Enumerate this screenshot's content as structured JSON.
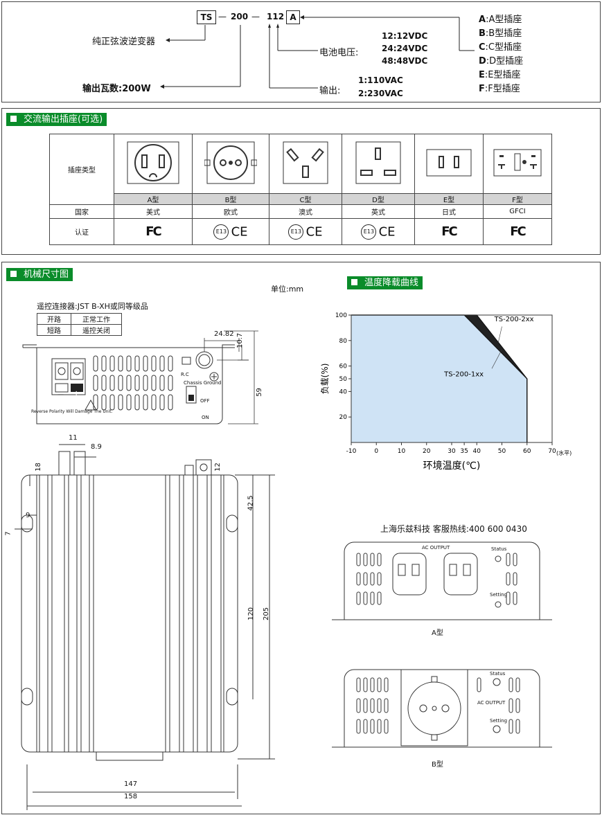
{
  "part_code": {
    "boxes": [
      "TS",
      "200",
      "112",
      "A"
    ],
    "dash": "—",
    "labels": {
      "type": "纯正弦波逆变器",
      "wattage": "输出瓦数:200W",
      "battery_label": "电池电压:",
      "battery_values": [
        "12:12VDC",
        "24:24VDC",
        "48:48VDC"
      ],
      "output_label": "输出:",
      "output_values": [
        "1:110VAC",
        "2:230VAC"
      ]
    },
    "socket_options": [
      {
        "key": "A",
        "text": ":A型插座"
      },
      {
        "key": "B",
        "text": ":B型插座"
      },
      {
        "key": "C",
        "text": ":C型插座"
      },
      {
        "key": "D",
        "text": ":D型插座"
      },
      {
        "key": "E",
        "text": ":E型插座"
      },
      {
        "key": "F",
        "text": ":F型插座"
      }
    ]
  },
  "socket_section": {
    "title": "交流输出插座(可选)",
    "row_labels": {
      "type": "插座类型",
      "country": "国家",
      "cert": "认证"
    },
    "types": [
      "A型",
      "B型",
      "C型",
      "D型",
      "E型",
      "F型"
    ],
    "countries": [
      "美式",
      "欧式",
      "澳式",
      "英式",
      "日式",
      "GFCI"
    ],
    "certs": [
      "FC",
      "E13 CE",
      "E13 CE",
      "E13 CE",
      "FC",
      "FC"
    ],
    "cert_marks": {
      "fc": "FC",
      "e13": "E13",
      "ce": "CE"
    }
  },
  "mech_section": {
    "title": "机械尺寸图",
    "unit": "单位:mm",
    "remote": {
      "title": "遥控连接器:JST B-XH或同等级品",
      "rows": [
        [
          "开路",
          "正常工作"
        ],
        [
          "短路",
          "遥控关闭"
        ]
      ]
    },
    "side_view": {
      "dims": [
        "24.82",
        "10.7",
        "59"
      ],
      "labels": {
        "rc": "R.C",
        "ground": "Chassis Ground",
        "off": "OFF",
        "on": "ON",
        "warning": "Reverse Polarity Will Damage The Unit."
      },
      "terminals": [
        "—",
        "+"
      ]
    },
    "top_view": {
      "dims": [
        "11",
        "8.9",
        "18",
        "12",
        "9",
        "7",
        "42.5",
        "120",
        "205",
        "147",
        "158"
      ]
    }
  },
  "derating": {
    "title": "温度降载曲线",
    "ylabel": "负载(%)",
    "xlabel": "环境温度(℃)",
    "xunit": "(水平)"
  },
  "chart_data": {
    "type": "area",
    "title": "温度降载曲线",
    "xlabel": "环境温度(℃)",
    "ylabel": "负载(%)",
    "xlim": [
      -10,
      70
    ],
    "ylim": [
      0,
      100
    ],
    "x_ticks": [
      -10,
      0,
      10,
      20,
      30,
      35,
      40,
      50,
      60,
      70
    ],
    "y_ticks": [
      20,
      40,
      50,
      60,
      80,
      100
    ],
    "series": [
      {
        "name": "TS-200-1xx",
        "x": [
          -10,
          35,
          60,
          60
        ],
        "y": [
          100,
          100,
          50,
          0
        ]
      },
      {
        "name": "TS-200-2xx",
        "x": [
          -10,
          40,
          60,
          60
        ],
        "y": [
          100,
          100,
          50,
          0
        ]
      }
    ],
    "grid": false,
    "colors": {
      "fill": "#cfe3f5",
      "line": "#111111"
    }
  },
  "contact": {
    "text": "上海乐兹科技 客服热线:400 600 0430"
  },
  "front_panels": {
    "a": {
      "caption": "A型",
      "ac_output": "AC OUTPUT",
      "status": "Status",
      "setting": "Setting"
    },
    "b": {
      "caption": "B型",
      "ac_output": "AC OUTPUT",
      "status": "Status",
      "setting": "Setting"
    }
  }
}
